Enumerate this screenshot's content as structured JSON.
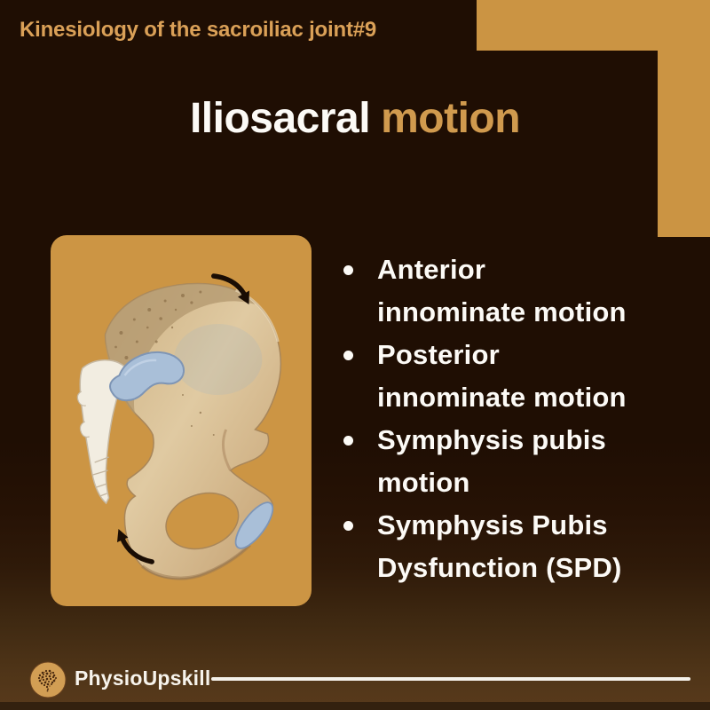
{
  "header": {
    "series_title": "Kinesiology of the sacroiliac joint#9"
  },
  "title": {
    "main": "Iliosacral",
    "accent": "motion"
  },
  "bullets": [
    {
      "text": "Anterior innominate motion",
      "lines": [
        "Anterior",
        "innominate motion"
      ]
    },
    {
      "text": "Posterior innominate motion",
      "lines": [
        "Posterior",
        "innominate motion"
      ]
    },
    {
      "text": "Symphysis pubis motion",
      "lines": [
        "Symphysis pubis",
        "motion"
      ]
    },
    {
      "text": "Symphysis Pubis Dysfunction (SPD)",
      "lines": [
        "Symphysis Pubis",
        "Dysfunction (SPD)"
      ]
    }
  ],
  "figure": {
    "icon": "innominate-bone-with-sacrum-illustration",
    "arrow_top": "clockwise-rotation-arrow",
    "arrow_bottom": "counterclockwise-rotation-arrow",
    "highlight_regions": [
      "sacroiliac-auricular-surface",
      "pubic-symphysis-surface"
    ]
  },
  "footer": {
    "brand": "PhysioUpskill",
    "logo_icon": "dotted-brain-icon"
  },
  "colors": {
    "background": "#1f0e03",
    "tan_accent": "#cb9443",
    "panel_tan": "#cc9544",
    "gold_text": "#d09a4e",
    "header_gold": "#daa057",
    "text_white": "#fcfaf6",
    "bone_beige": "#d9c29a",
    "cartilage_blue": "#a9bfd8",
    "footer_brown": "#523619"
  }
}
